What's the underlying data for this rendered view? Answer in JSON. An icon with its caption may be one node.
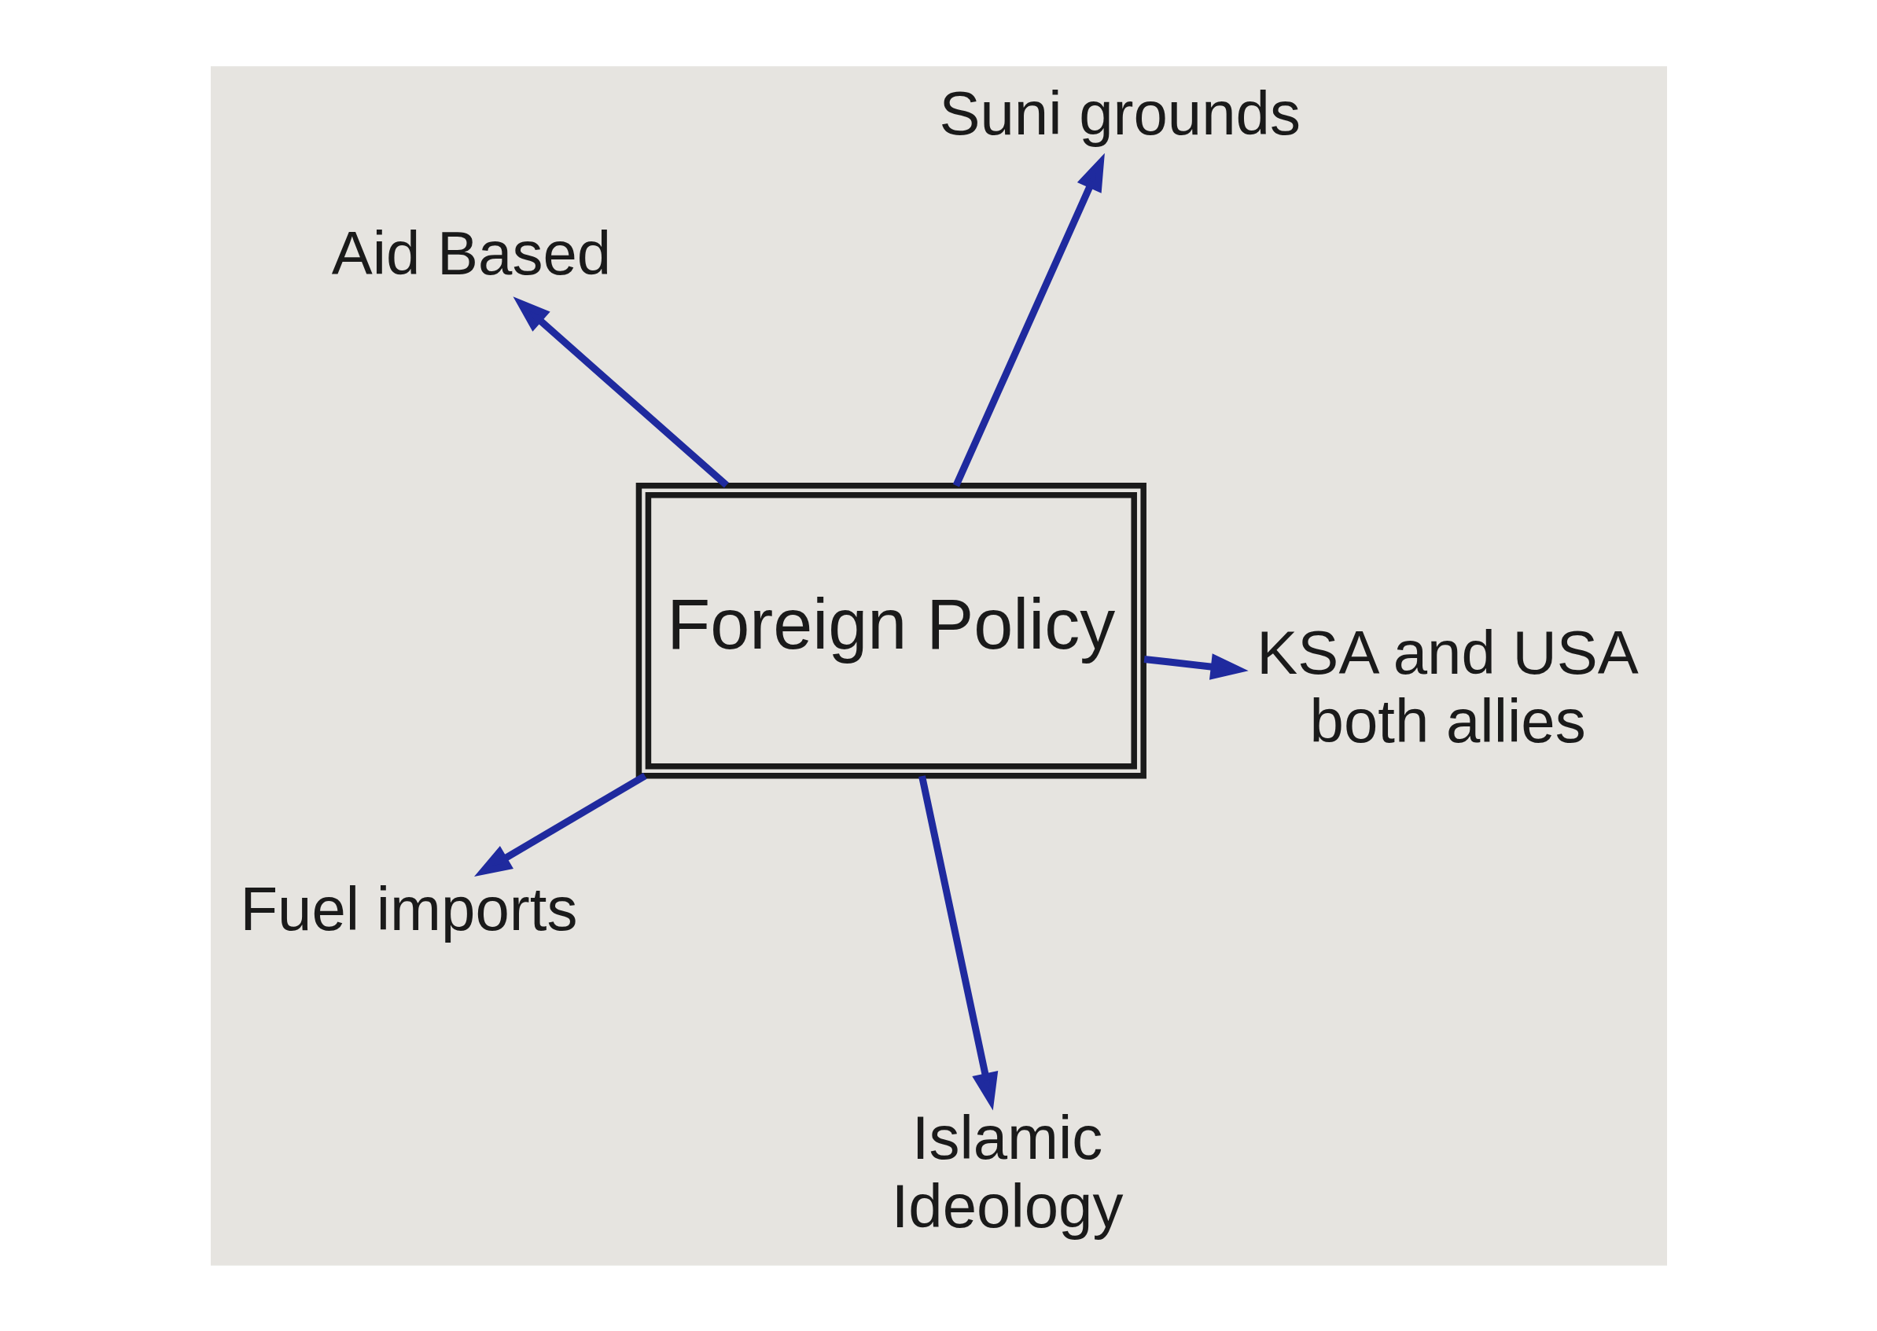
{
  "diagram": {
    "nodes": [
      {
        "text": [
          "Aid Based"
        ]
      },
      {
        "text": [
          "KSA and USA both allies"
        ]
      },
      {
        "text": [
          "Islamic Ideology"
        ]
      },
      {
        "text": [
          "Foreign Policy"
        ]
      },
      {
        "text": [
          "Suni grounds"
        ]
      },
      {
        "text": [
          "Fuel imports"
        ]
      }
    ],
    "edges": [
      {
        "from": 3,
        "to": 0,
        "arrow": "to"
      },
      {
        "from": 3,
        "to": 1,
        "arrow": "to"
      },
      {
        "from": 3,
        "to": 2,
        "arrow": "to"
      },
      {
        "from": 3,
        "to": 4,
        "arrow": "to"
      },
      {
        "from": 3,
        "to": 5,
        "arrow": "to"
      }
    ]
  }
}
